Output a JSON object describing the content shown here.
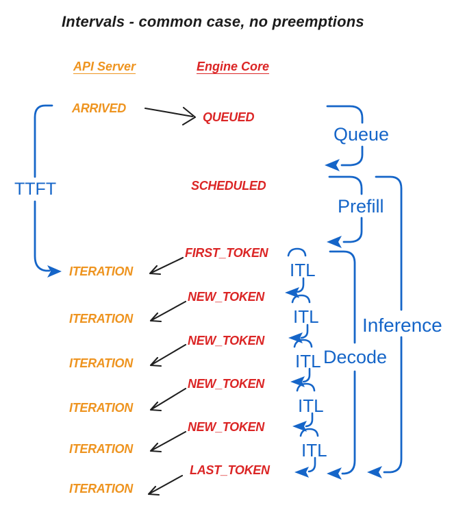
{
  "title": "Intervals - common case, no preemptions",
  "columns": {
    "api_server": "API Server",
    "engine_core": "Engine Core"
  },
  "api_events": {
    "arrived": "ARRIVED",
    "iterations": [
      "ITERATION",
      "ITERATION",
      "ITERATION",
      "ITERATION",
      "ITERATION",
      "ITERATION"
    ]
  },
  "engine_events": {
    "queued": "QUEUED",
    "scheduled": "SCHEDULED",
    "first_token": "FIRST_TOKEN",
    "new_tokens": [
      "NEW_TOKEN",
      "NEW_TOKEN",
      "NEW_TOKEN",
      "NEW_TOKEN"
    ],
    "last_token": "LAST_TOKEN"
  },
  "intervals": {
    "ttft": "TTFT",
    "queue": "Queue",
    "prefill": "Prefill",
    "itl": [
      "ITL",
      "ITL",
      "ITL",
      "ITL",
      "ITL"
    ],
    "decode": "Decode",
    "inference": "Inference"
  },
  "colors": {
    "orange": "#ee9420",
    "red": "#db2525",
    "blue": "#1565c8",
    "black": "#1c1c1c"
  }
}
